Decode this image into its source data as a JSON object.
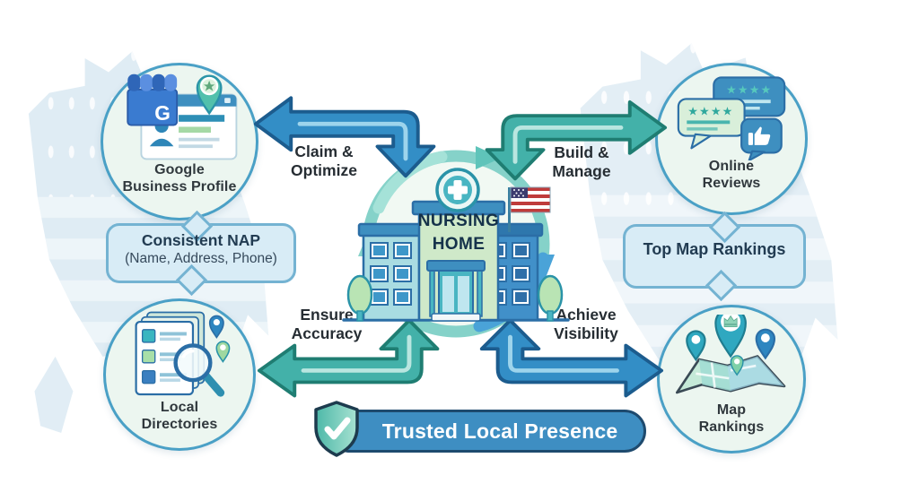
{
  "nodes": {
    "google_business_profile": {
      "line1": "Google",
      "line2": "Business Profile",
      "logo_letter": "G"
    },
    "online_reviews": {
      "line1": "Online",
      "line2": "Reviews",
      "stars_top": "★★★★",
      "stars_bottom": "★★★★"
    },
    "local_directories": {
      "line1": "Local",
      "line2": "Directories"
    },
    "map_rankings": {
      "line1": "Map",
      "line2": "Rankings"
    }
  },
  "arrows": {
    "claim_optimize": {
      "line1": "Claim &",
      "line2": "Optimize"
    },
    "build_manage": {
      "line1": "Build &",
      "line2": "Manage"
    },
    "ensure_accuracy": {
      "line1": "Ensure",
      "line2": "Accuracy"
    },
    "achieve_visibility": {
      "line1": "Achieve",
      "line2": "Visibility"
    }
  },
  "callouts": {
    "consistent_nap": {
      "line1": "Consistent NAP",
      "line2": "(Name, Address, Phone)"
    },
    "top_map_rankings": {
      "line1": "Top Map Rankings"
    }
  },
  "center_building": {
    "sign_line1": "NURSING",
    "sign_line2": "HOME"
  },
  "badge": {
    "label": "Trusted Local Presence"
  },
  "colors": {
    "arrow_blue": "#338ec6",
    "arrow_teal": "#43b1a9",
    "node_border": "#4aa0c6",
    "node_fill": "#ecf6f0",
    "callout_fill": "#d8ecf6",
    "callout_border": "#74b3d2",
    "badge_fill": "#3e8ec2",
    "badge_border": "#1e4a6e",
    "ring_teal": "#85d2c9",
    "ring_blue": "#4aa3d8"
  }
}
